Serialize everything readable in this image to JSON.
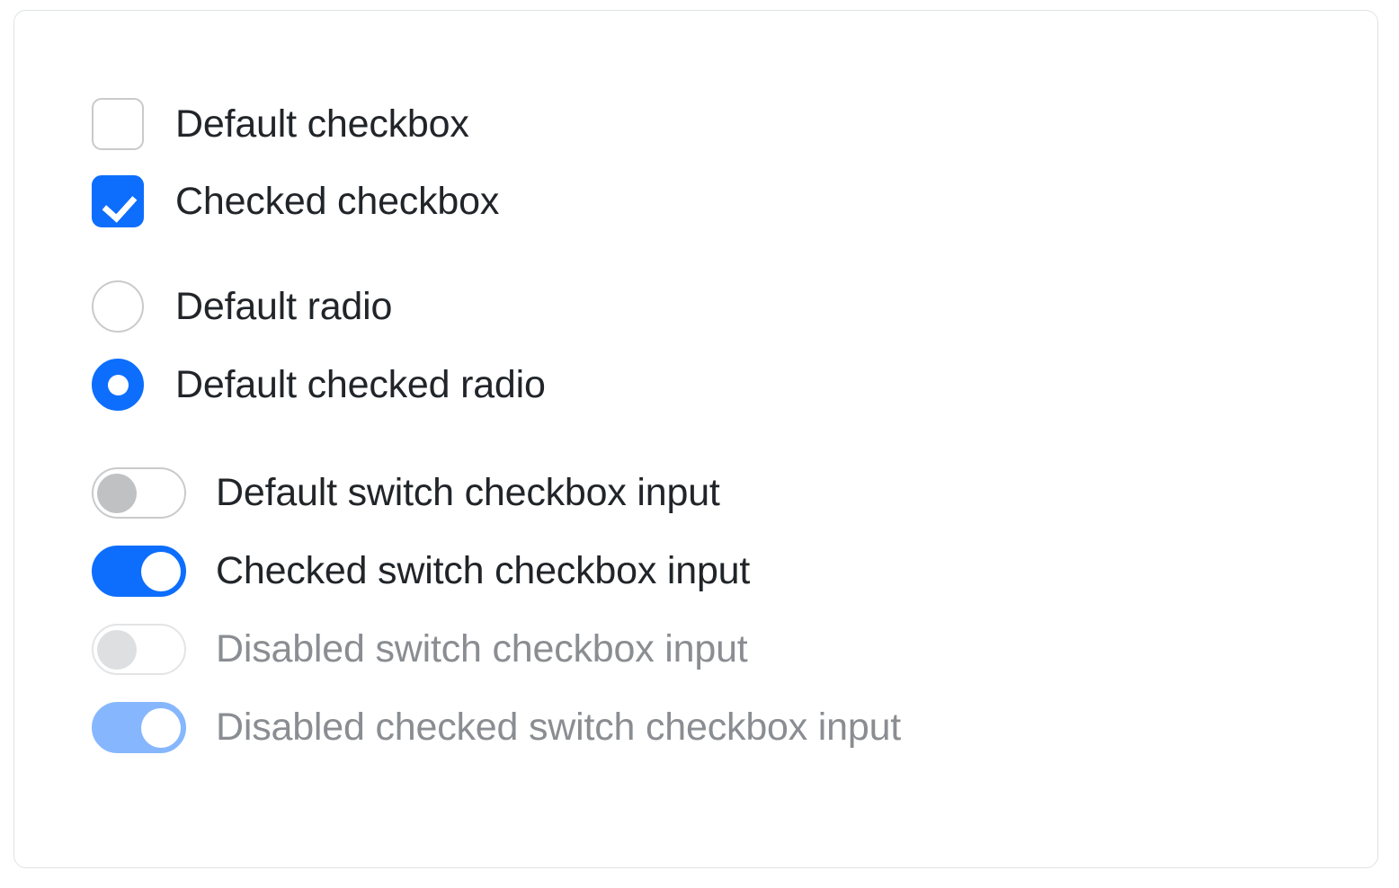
{
  "card": {
    "accent_color": "#0d6efd",
    "accent_muted_color": "#86b7fe",
    "border_color": "#dfe2e6",
    "control_border_color": "#c9cacb",
    "text_color": "#212529",
    "disabled_text_color": "#8a8d91"
  },
  "checkbox_group": {
    "items": [
      {
        "label": "Default checkbox",
        "checked": false,
        "disabled": false
      },
      {
        "label": "Checked checkbox",
        "checked": true,
        "disabled": false
      }
    ]
  },
  "radio_group": {
    "items": [
      {
        "label": "Default radio",
        "checked": false,
        "disabled": false
      },
      {
        "label": "Default checked radio",
        "checked": true,
        "disabled": false
      }
    ]
  },
  "switch_group": {
    "items": [
      {
        "label": "Default switch checkbox input",
        "checked": false,
        "disabled": false
      },
      {
        "label": "Checked switch checkbox input",
        "checked": true,
        "disabled": false
      },
      {
        "label": "Disabled switch checkbox input",
        "checked": false,
        "disabled": true
      },
      {
        "label": "Disabled checked switch checkbox input",
        "checked": true,
        "disabled": true
      }
    ]
  }
}
